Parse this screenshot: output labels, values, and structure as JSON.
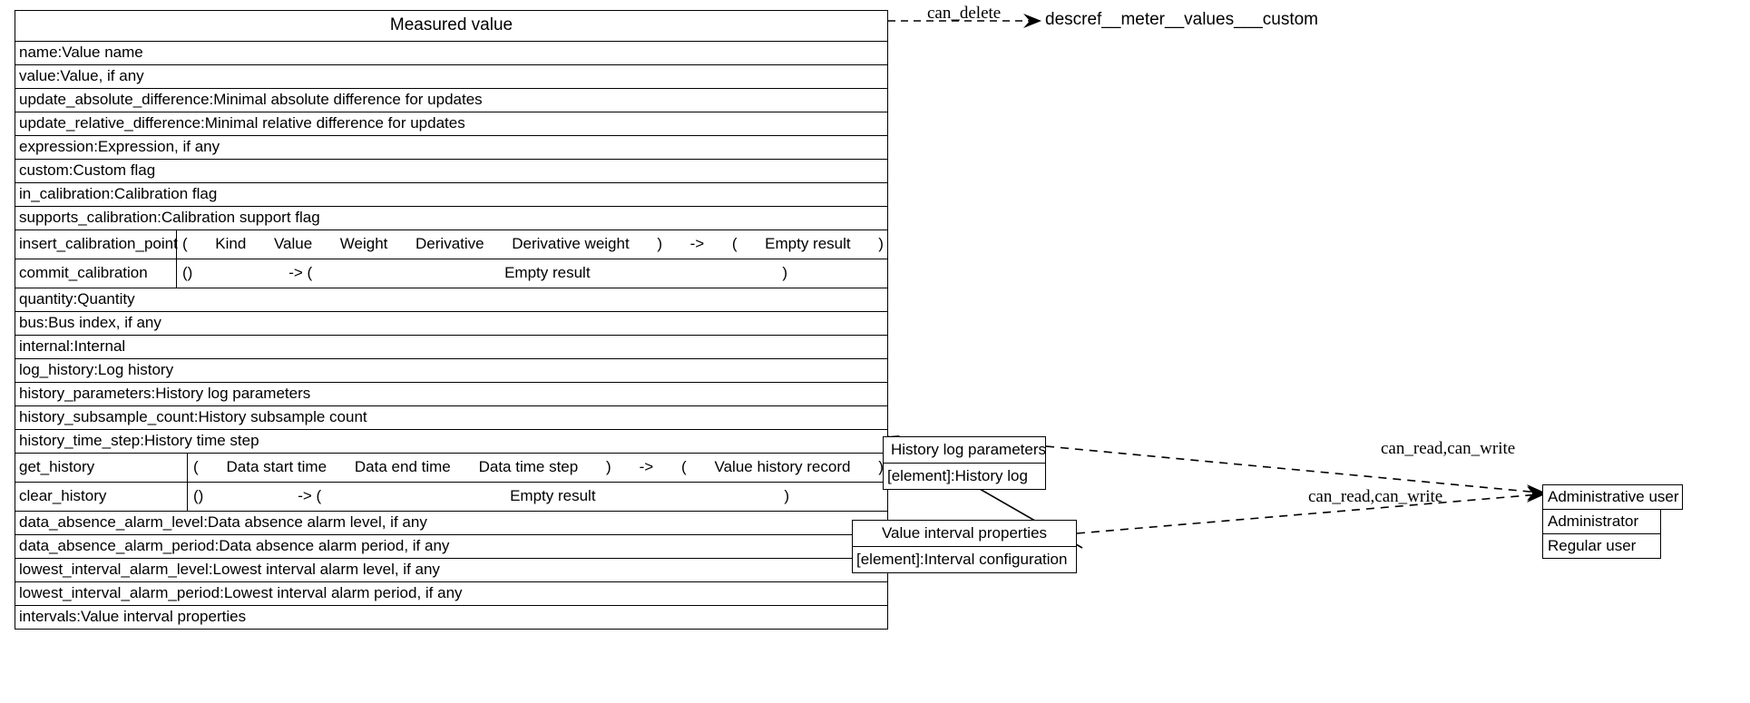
{
  "main_class": {
    "title": "Measured value",
    "attributes": [
      "name:Value name",
      "value:Value, if any",
      "update_absolute_difference:Minimal absolute difference for updates",
      "update_relative_difference:Minimal relative difference for updates",
      "expression:Expression, if any",
      "custom:Custom flag",
      "in_calibration:Calibration flag",
      "supports_calibration:Calibration support flag"
    ],
    "methods_1": [
      {
        "name": "insert_calibration_point",
        "open_paren": "(",
        "params": [
          "Kind",
          "Value",
          "Weight",
          "Derivative",
          "Derivative weight"
        ],
        "close_paren": ")",
        "arrow": "->",
        "result_open": "(",
        "result": "Empty result",
        "result_close": ")"
      },
      {
        "name": "commit_calibration",
        "open_paren": "()",
        "params": [],
        "close_paren": "",
        "arrow": "-> (",
        "result_open": "",
        "result": "Empty result",
        "result_close": ")"
      }
    ],
    "attributes_2": [
      "quantity:Quantity",
      "bus:Bus index, if any",
      "internal:Internal",
      "log_history:Log history",
      "history_parameters:History log parameters",
      "history_subsample_count:History subsample count",
      "history_time_step:History time step"
    ],
    "methods_2": [
      {
        "name": "get_history",
        "open_paren": "(",
        "params": [
          "Data start time",
          "Data end time",
          "Data time step"
        ],
        "close_paren": ")",
        "arrow": "->",
        "result_open": "(",
        "result": "Value history record",
        "result_close": ")"
      },
      {
        "name": "clear_history",
        "open_paren": "()",
        "params": [],
        "close_paren": "",
        "arrow": "-> (",
        "result_open": "",
        "result": "Empty result",
        "result_close": ")"
      }
    ],
    "attributes_3": [
      "data_absence_alarm_level:Data absence alarm level, if any",
      "data_absence_alarm_period:Data absence alarm period, if any",
      "lowest_interval_alarm_level:Lowest interval alarm level, if any",
      "lowest_interval_alarm_period:Lowest interval alarm period, if any",
      "intervals:Value interval properties"
    ]
  },
  "history_log_box": {
    "title": "History log parameters",
    "row": "[element]:History log"
  },
  "interval_box": {
    "title": "Value interval properties",
    "row": "[element]:Interval configuration"
  },
  "user_box": {
    "title": "Administrative user",
    "rows": [
      "Administrator",
      "Regular user"
    ]
  },
  "labels": {
    "can_delete": "can_delete",
    "descref": "descref__meter__values___custom",
    "can_read_can_write_1": "can_read,can_write",
    "can_read_can_write_2": "can_read,can_write"
  },
  "colors": {
    "stroke": "#000000",
    "background": "#ffffff"
  }
}
